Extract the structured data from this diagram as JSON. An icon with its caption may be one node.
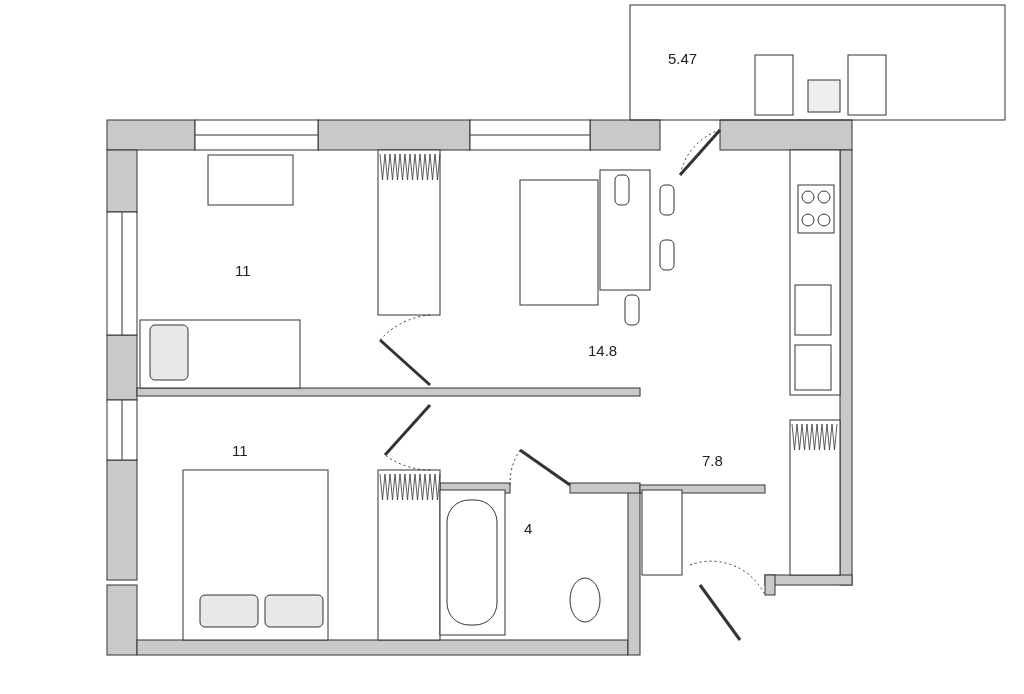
{
  "diagram": {
    "labels": [
      "5.47",
      "11",
      "14.8",
      "11",
      "4",
      "7.8"
    ]
  }
}
